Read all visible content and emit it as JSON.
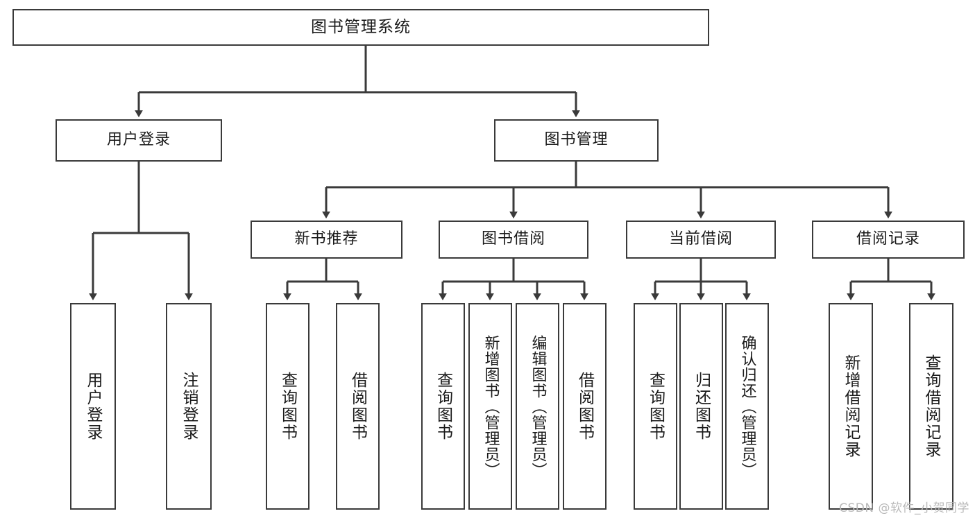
{
  "diagram": {
    "title": "图书管理系统",
    "type": "tree",
    "watermark": "CSDN @软件_小贺同学",
    "colors": {
      "stroke": "#3a3a3a",
      "box_fill": "#ffffff",
      "text": "#1a1a1a",
      "background": "#ffffff",
      "watermark": "#b9b9b9"
    },
    "levels": {
      "root": "图书管理系统",
      "level2": [
        "用户登录",
        "图书管理"
      ],
      "level3": [
        "新书推荐",
        "图书借阅",
        "当前借阅",
        "借阅记录"
      ]
    },
    "nodes": {
      "root": {
        "label": "图书管理系统"
      },
      "user_login": {
        "label": "用户登录"
      },
      "book_manage": {
        "label": "图书管理"
      },
      "new_book_rec": {
        "label": "新书推荐"
      },
      "book_borrow": {
        "label": "图书借阅"
      },
      "current_borrow": {
        "label": "当前借阅"
      },
      "borrow_record": {
        "label": "借阅记录"
      },
      "leaf_user_login": {
        "label": "用户登录"
      },
      "leaf_logout": {
        "label": "注销登录"
      },
      "leaf_query_book_1": {
        "label": "查询图书"
      },
      "leaf_borrow_book_1": {
        "label": "借阅图书"
      },
      "leaf_query_book_2": {
        "label": "查询图书"
      },
      "leaf_add_book_admin": {
        "label": "新增图书（管理员）"
      },
      "leaf_edit_book_admin": {
        "label": "编辑图书（管理员）"
      },
      "leaf_borrow_book_2": {
        "label": "借阅图书"
      },
      "leaf_query_book_3": {
        "label": "查询图书"
      },
      "leaf_return_book": {
        "label": "归还图书"
      },
      "leaf_confirm_return_admin": {
        "label": "确认归还（管理员）"
      },
      "leaf_add_record": {
        "label": "新增借阅记录"
      },
      "leaf_query_record": {
        "label": "查询借阅记录"
      }
    },
    "edges": [
      {
        "from": "root",
        "to": "user_login"
      },
      {
        "from": "root",
        "to": "book_manage"
      },
      {
        "from": "user_login",
        "to": "leaf_user_login"
      },
      {
        "from": "user_login",
        "to": "leaf_logout"
      },
      {
        "from": "book_manage",
        "to": "new_book_rec"
      },
      {
        "from": "book_manage",
        "to": "book_borrow"
      },
      {
        "from": "book_manage",
        "to": "current_borrow"
      },
      {
        "from": "book_manage",
        "to": "borrow_record"
      },
      {
        "from": "new_book_rec",
        "to": "leaf_query_book_1"
      },
      {
        "from": "new_book_rec",
        "to": "leaf_borrow_book_1"
      },
      {
        "from": "book_borrow",
        "to": "leaf_query_book_2"
      },
      {
        "from": "book_borrow",
        "to": "leaf_add_book_admin"
      },
      {
        "from": "book_borrow",
        "to": "leaf_edit_book_admin"
      },
      {
        "from": "book_borrow",
        "to": "leaf_borrow_book_2"
      },
      {
        "from": "current_borrow",
        "to": "leaf_query_book_3"
      },
      {
        "from": "current_borrow",
        "to": "leaf_return_book"
      },
      {
        "from": "current_borrow",
        "to": "leaf_confirm_return_admin"
      },
      {
        "from": "borrow_record",
        "to": "leaf_add_record"
      },
      {
        "from": "borrow_record",
        "to": "leaf_query_record"
      }
    ]
  }
}
